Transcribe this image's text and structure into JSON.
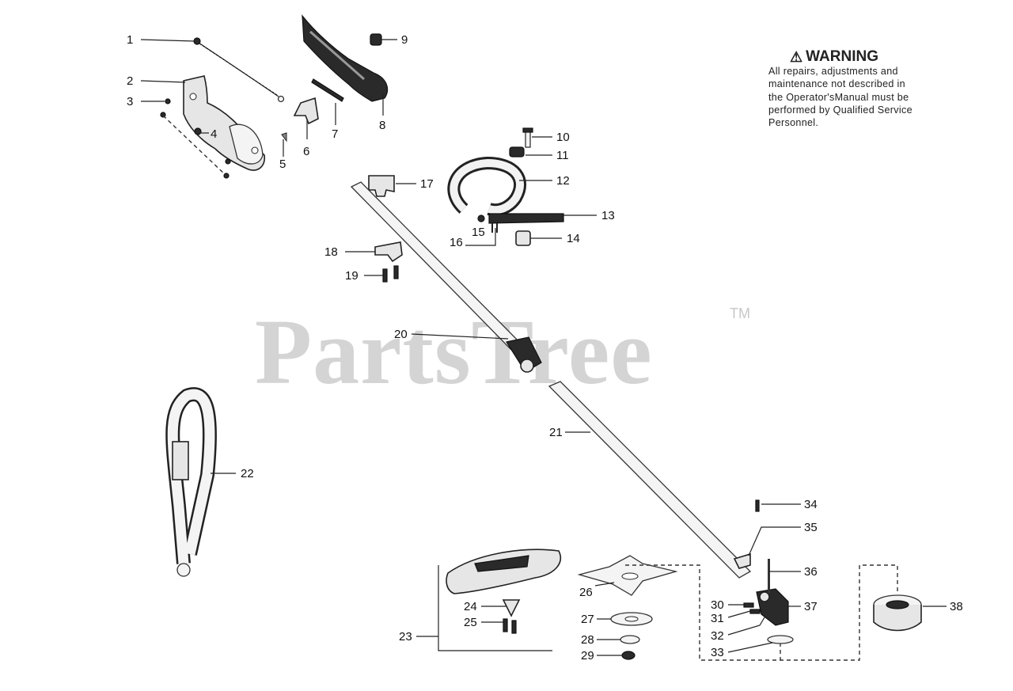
{
  "watermark": {
    "text": "PartsTree",
    "trademark": "TM"
  },
  "warning": {
    "icon": "warning-triangle-icon",
    "heading": "WARNING",
    "text": "All repairs, adjustments and\nmaintenance not described in\nthe Operator'sManual must be\nperformed by Qualified Service\nPersonnel."
  },
  "callouts": {
    "c1": "1",
    "c2": "2",
    "c3": "3",
    "c4": "4",
    "c5": "5",
    "c6": "6",
    "c7": "7",
    "c8": "8",
    "c9": "9",
    "c10": "10",
    "c11": "11",
    "c12": "12",
    "c13": "13",
    "c14": "14",
    "c15": "15",
    "c16": "16",
    "c17": "17",
    "c18": "18",
    "c19": "19",
    "c20": "20",
    "c21": "21",
    "c22": "22",
    "c23": "23",
    "c24": "24",
    "c25": "25",
    "c26": "26",
    "c27": "27",
    "c28": "28",
    "c29": "29",
    "c30": "30",
    "c31": "31",
    "c32": "32",
    "c33": "33",
    "c34": "34",
    "c35": "35",
    "c36": "36",
    "c37": "37",
    "c38": "38"
  }
}
